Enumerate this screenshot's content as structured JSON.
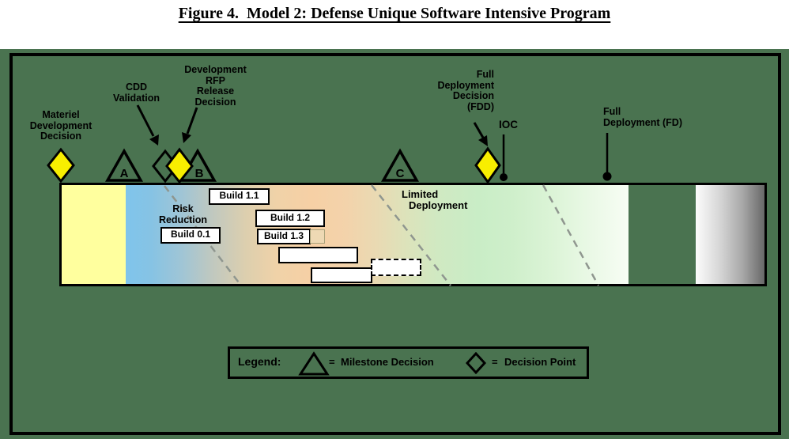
{
  "figure": {
    "title": "Figure 4.  Model 2: Defense Unique Software Intensive Program"
  },
  "annotations": {
    "mdd": {
      "lines": [
        "Materiel",
        "Development",
        "Decision"
      ]
    },
    "cdd": {
      "lines": [
        "CDD",
        "Validation"
      ]
    },
    "rfp": {
      "lines": [
        "Development",
        "RFP",
        "Release",
        "Decision"
      ]
    },
    "fdd": {
      "lines": [
        "Full",
        "Deployment",
        "Decision",
        "(FDD)"
      ]
    },
    "ioc": "IOC",
    "fd": {
      "lines": [
        "Full",
        "Deployment (FD)"
      ]
    }
  },
  "milestones": {
    "a": "A",
    "b": "B",
    "c": "C"
  },
  "phases": {
    "risk_reduction": {
      "lines": [
        "Risk",
        "Reduction"
      ]
    },
    "limited_deployment": {
      "lines": [
        "Limited",
        "Deployment"
      ]
    }
  },
  "builds": {
    "b01": "Build 0.1",
    "b11": "Build 1.1",
    "b12": "Build 1.2",
    "b13": "Build 1.3"
  },
  "legend": {
    "label": "Legend:",
    "eq_milestone": "=",
    "milestone": "Milestone Decision",
    "eq_decision": "=",
    "decision": "Decision Point"
  },
  "colors": {
    "background_green": "#4a7350",
    "frame_black": "#000000",
    "decision_diamond_yellow": "#f8ee00",
    "band_yellow": "#ffff9e",
    "band_blue": "#7fc4ec",
    "band_peach": "#f6d0a5",
    "band_green": "#c9edc6",
    "band_gray_end": "#686868",
    "dashed_line_gray": "#8f968f",
    "box_white": "#ffffff"
  }
}
